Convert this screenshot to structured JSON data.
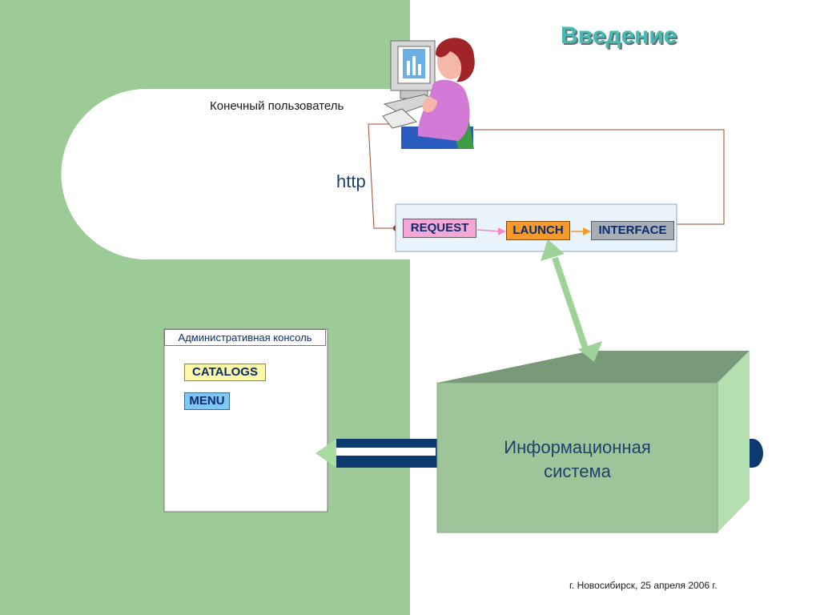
{
  "slide": {
    "title": "Введение",
    "footer": "г. Новосибирск, 25 апреля 2006 г."
  },
  "diagram": {
    "end_user_label": "Конечный пользователь",
    "http_label": "http",
    "flow": {
      "request": "REQUEST",
      "launch": "LAUNCH",
      "interface": "INTERFACE"
    },
    "admin_console": {
      "title": "Административная консоль",
      "catalogs": "CATALOGS",
      "menu": "MENU"
    },
    "info_system": {
      "line1": "Информационная",
      "line2": "система"
    }
  },
  "colors": {
    "green_panel": "#9dcb98",
    "title": "#49b9b3",
    "request": "#f5a8d8",
    "launch": "#f59a2a",
    "interface": "#a8aeb6",
    "catalogs": "#fdf7a8",
    "menu": "#7ec6f4",
    "navy_connector": "#0d3a6e",
    "arrow_green": "#a8dca0"
  },
  "icons": {
    "end_user_clipart": "person-at-computer-icon"
  }
}
